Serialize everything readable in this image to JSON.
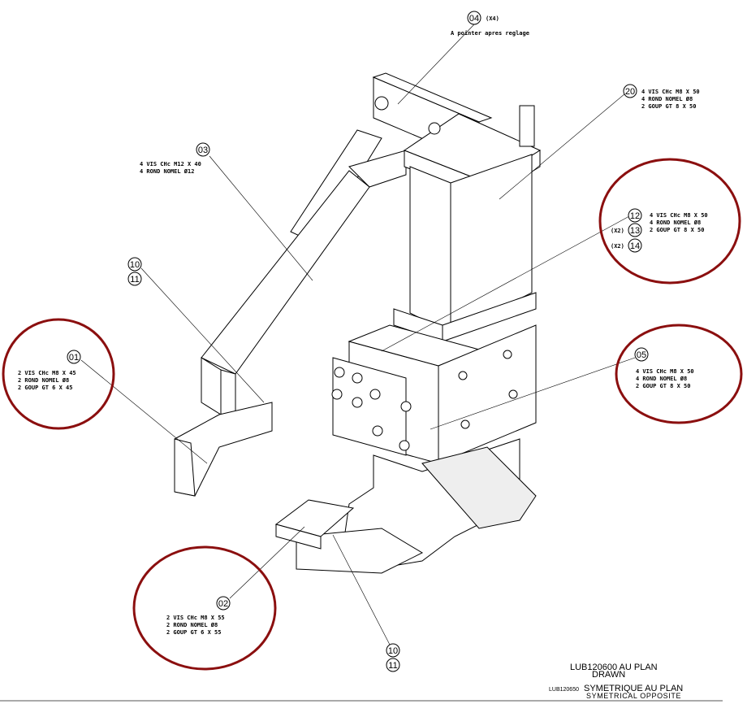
{
  "callouts": {
    "c04": {
      "num": "04",
      "qty": "(X4)",
      "lines": [
        "A pointer apres reglage"
      ]
    },
    "c20": {
      "num": "20",
      "lines": [
        "4 VIS CHc M8 X 50",
        "4 ROND NOMEL Ø8",
        "2 GOUP GT 8 X 50"
      ]
    },
    "c03": {
      "num": "03",
      "lines": [
        "4 VIS CHc M12 X 40",
        "4 ROND NOMEL Ø12"
      ]
    },
    "c10a": {
      "num": "10",
      "num2": "11"
    },
    "c01": {
      "num": "01",
      "lines": [
        "2 VIS CHc M8 X 45",
        "2 ROND NOMEL Ø8",
        "2 GOUP GT 6 X 45"
      ]
    },
    "c12": {
      "num": "12",
      "num13": "13",
      "num14": "14",
      "qty13": "(X2)",
      "qty14": "(X2)",
      "lines": [
        "4 VIS CHc M8 X 50",
        "4 ROND NOMEL Ø8",
        "2 GOUP GT 8 X 50"
      ]
    },
    "c05": {
      "num": "05",
      "lines": [
        "4 VIS CHc M8 X 50",
        "4 ROND NOMEL Ø8",
        "2 GOUP GT 8 X 50"
      ]
    },
    "c02": {
      "num": "02",
      "lines": [
        "2 VIS CHc M8 X 55",
        "2 ROND NOMEL Ø8",
        "2 GOUP GT 6 X 55"
      ]
    },
    "c10b": {
      "num": "10",
      "num2": "11"
    }
  },
  "title_block": {
    "drawn_ref": "LUB120600 AU PLAN",
    "drawn_en": "DRAWN",
    "opp_ref": "LUB120650",
    "opp_fr": "SYMETRIQUE AU PLAN",
    "opp_en": "SYMETRICAL OPPOSITE"
  },
  "colors": {
    "highlight_ring": "#8b0f0f"
  }
}
